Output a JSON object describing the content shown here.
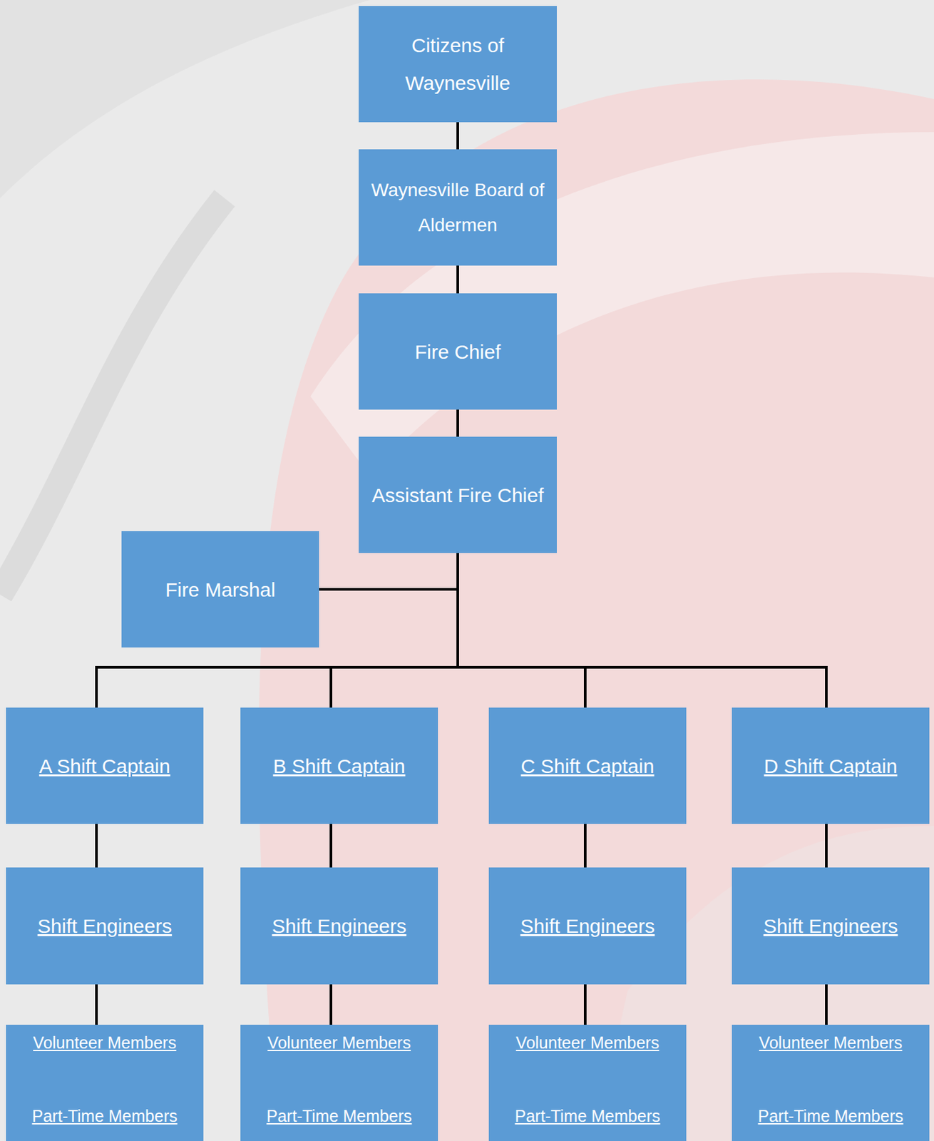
{
  "diagram": {
    "nodes": [
      {
        "text": [
          "Citizens of Waynesville"
        ]
      },
      {
        "text": [
          "Waynesville Board of Aldermen"
        ]
      },
      {
        "text": [
          "Fire Chief"
        ]
      },
      {
        "text": [
          "Assistant Fire Chief"
        ]
      },
      {
        "text": [
          "Fire Marshal"
        ]
      },
      {
        "text": [
          "A Shift Captain"
        ]
      },
      {
        "text": [
          "B Shift Captain"
        ]
      },
      {
        "text": [
          "C Shift Captain"
        ]
      },
      {
        "text": [
          "D Shift Captain"
        ]
      },
      {
        "text": [
          "Shift Engineers"
        ]
      },
      {
        "text": [
          "Shift Engineers"
        ]
      },
      {
        "text": [
          "Shift Engineers"
        ]
      },
      {
        "text": [
          "Shift Engineers"
        ]
      },
      {
        "text": [
          "Volunteer Members",
          "Part-Time Members"
        ]
      },
      {
        "text": [
          "Volunteer Members",
          "Part-Time Members"
        ]
      },
      {
        "text": [
          "Volunteer Members",
          "Part-Time Members"
        ]
      },
      {
        "text": [
          "Volunteer Members",
          "Part-Time Members"
        ]
      }
    ],
    "edges": [
      {
        "from": 0,
        "to": 1,
        "arrow": "none"
      },
      {
        "from": 1,
        "to": 2,
        "arrow": "none"
      },
      {
        "from": 2,
        "to": 3,
        "arrow": "none"
      },
      {
        "from": 3,
        "to": 4,
        "arrow": "none"
      },
      {
        "from": 3,
        "to": 5,
        "arrow": "none"
      },
      {
        "from": 3,
        "to": 6,
        "arrow": "none"
      },
      {
        "from": 3,
        "to": 7,
        "arrow": "none"
      },
      {
        "from": 3,
        "to": 8,
        "arrow": "none"
      },
      {
        "from": 5,
        "to": 9,
        "arrow": "none"
      },
      {
        "from": 6,
        "to": 10,
        "arrow": "none"
      },
      {
        "from": 7,
        "to": 11,
        "arrow": "none"
      },
      {
        "from": 8,
        "to": 12,
        "arrow": "none"
      },
      {
        "from": 9,
        "to": 13,
        "arrow": "none"
      },
      {
        "from": 10,
        "to": 14,
        "arrow": "none"
      },
      {
        "from": 11,
        "to": 15,
        "arrow": "none"
      },
      {
        "from": 12,
        "to": 16,
        "arrow": "none"
      }
    ]
  }
}
